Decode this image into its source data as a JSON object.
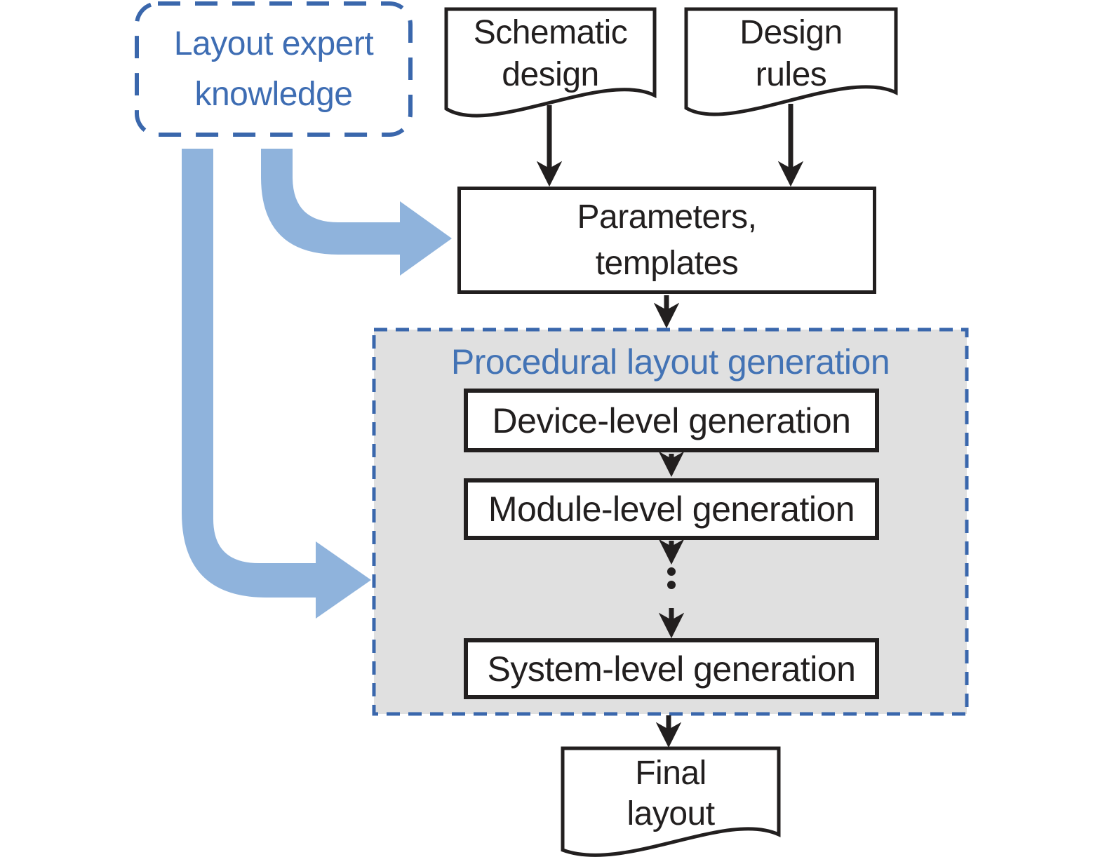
{
  "title": "Procedural layout generation",
  "nodes": {
    "layout_expert_knowledge": {
      "line1": "Layout expert",
      "line2": "knowledge"
    },
    "schematic_design": {
      "line1": "Schematic",
      "line2": "design"
    },
    "design_rules": {
      "line1": "Design",
      "line2": "rules"
    },
    "parameters_templates": {
      "line1": "Parameters,",
      "line2": "templates"
    },
    "device_level": {
      "label": "Device-level generation"
    },
    "module_level": {
      "label": "Module-level generation"
    },
    "system_level": {
      "label": "System-level generation"
    },
    "final_layout": {
      "line1": "Final",
      "line2": "layout"
    }
  },
  "edges": [
    {
      "from": "schematic_design",
      "to": "parameters_templates",
      "style": "thin-black"
    },
    {
      "from": "design_rules",
      "to": "parameters_templates",
      "style": "thin-black"
    },
    {
      "from": "parameters_templates",
      "to": "procedural_layout_generation",
      "style": "thin-black"
    },
    {
      "from": "device_level",
      "to": "module_level",
      "style": "thin-black"
    },
    {
      "from": "module_level",
      "to": "ellipsis",
      "style": "thin-black"
    },
    {
      "from": "ellipsis",
      "to": "system_level",
      "style": "thin-black"
    },
    {
      "from": "procedural_layout_generation",
      "to": "final_layout",
      "style": "thin-black"
    },
    {
      "from": "layout_expert_knowledge",
      "to": "parameters_templates",
      "style": "thick-blue"
    },
    {
      "from": "layout_expert_knowledge",
      "to": "procedural_layout_generation",
      "style": "thick-blue"
    }
  ],
  "colors": {
    "ink": "#221f1f",
    "blue_dash": "#3a67ac",
    "blue_text": "#3e6db3",
    "blue_title": "#4373b5",
    "blue_arrow": "#8fb3dc",
    "gray_fill": "#e0e0e0"
  }
}
